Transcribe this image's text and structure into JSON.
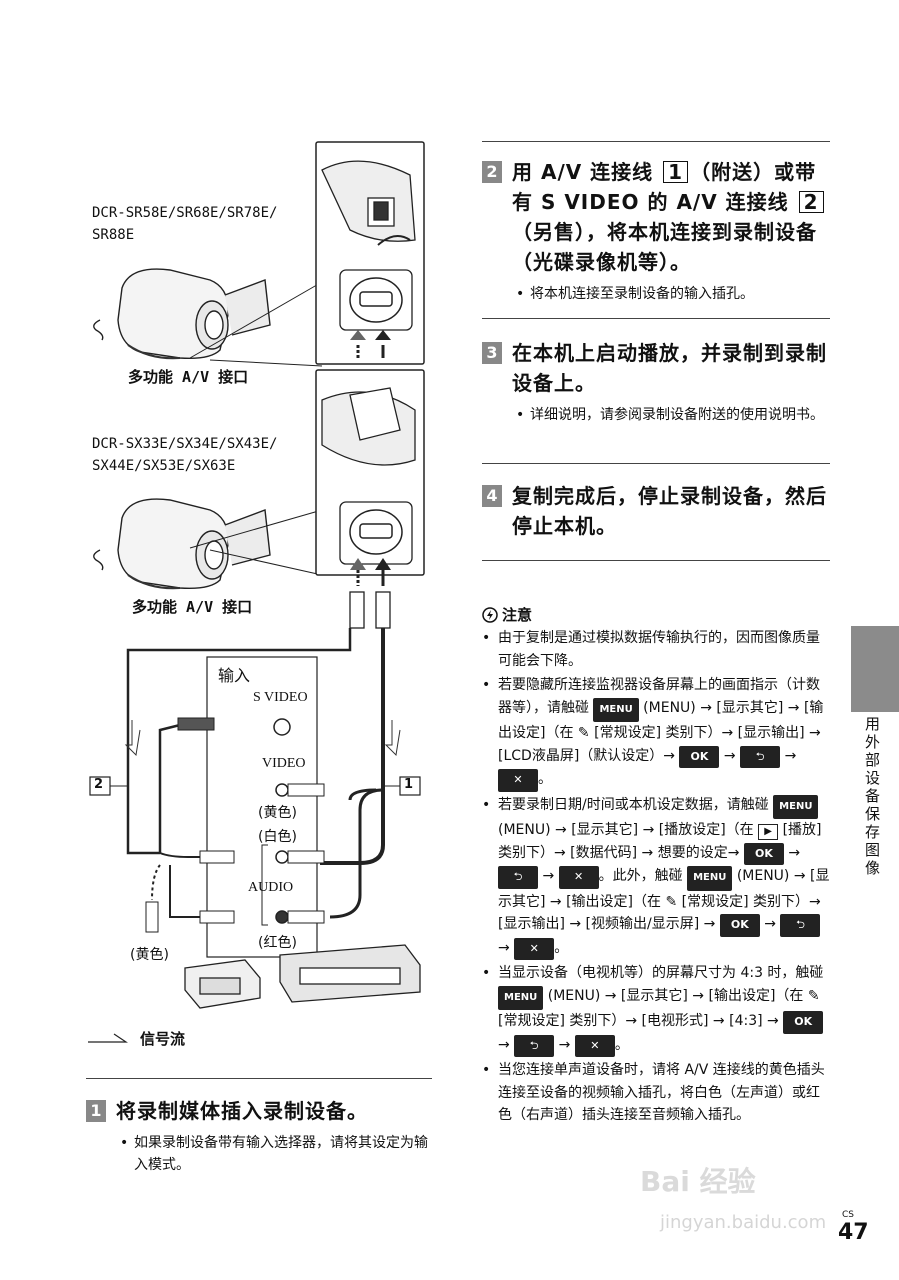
{
  "diagram": {
    "model_group_1": "DCR-SR58E/SR68E/SR78E/\nSR88E",
    "model_group_2": "DCR-SX33E/SX34E/SX43E/\nSX44E/SX53E/SX63E",
    "av_port_label_1": "多功能 A/V 接口",
    "av_port_label_2": "多功能 A/V 接口",
    "input_label": "输入",
    "s_video_label": "S VIDEO",
    "video_label": "VIDEO",
    "audio_label": "AUDIO",
    "yellow_label": "(黄色)",
    "white_label": "(白色)",
    "red_label": "(红色)",
    "yellow_left_label": "(黄色)",
    "cable_1": "1",
    "cable_2": "2",
    "signal_flow_label": "信号流"
  },
  "left_step": {
    "num": "1",
    "title": "将录制媒体插入录制设备。",
    "bullet": "如果录制设备带有输入选择器，请将其设定为输入模式。"
  },
  "steps": [
    {
      "num": "2",
      "title_a": "用 A/V 连接线 ",
      "box1": "1",
      "title_b": "（附送）或带有 S VIDEO 的 A/V 连接线 ",
      "box2": "2",
      "title_c": "（另售），将本机连接到录制设备（光碟录像机等）。",
      "bullet": "将本机连接至录制设备的输入插孔。"
    },
    {
      "num": "3",
      "title": "在本机上启动播放，并录制到录制设备上。",
      "bullet": "详细说明，请参阅录制设备附送的使用说明书。"
    },
    {
      "num": "4",
      "title": "复制完成后，停止录制设备，然后停止本机。"
    }
  ],
  "notes": {
    "heading": "注意",
    "n1": "由于复制是通过模拟数据传输执行的，因而图像质量可能会下降。",
    "n2_a": "若要隐藏所连接监视器设备屏幕上的画面指示（计数器等），请触碰 ",
    "n2_b": " (MENU) → [显示其它] → [输出设定]（在 ",
    "n2_c": " [常规设定] 类别下）→ [显示输出] → [LCD液晶屏]（默认设定）→ ",
    "n3_a": "若要录制日期/时间或本机设定数据，请触碰 ",
    "n3_b": " (MENU) → [显示其它] → [播放设定]（在 ",
    "n3_c": " [播放] 类别下）→ [数据代码] → 想要的设定→ ",
    "n3_d": "。此外，触碰 ",
    "n3_e": " (MENU) → [显示其它] → [输出设定]（在 ",
    "n3_f": " [常规设定] 类别下）→ [显示输出] → [视频输出/显示屏] → ",
    "n4_a": "当显示设备（电视机等）的屏幕尺寸为 4:3 时，触碰 ",
    "n4_b": " (MENU) → [显示其它] → [输出设定]（在 ",
    "n4_c": " [常规设定] 类别下）→ [电视形式] → [4:3] → ",
    "n5": "当您连接单声道设备时，请将 A/V 连接线的黄色插头连接至设备的视频输入插孔，将白色（左声道）或红色（右声道）插头连接至音频输入插孔。",
    "menu_btn": "MENU",
    "ok_btn": "OK",
    "arrow": "→",
    "period": "。"
  },
  "side_tab": "用外部设备保存图像",
  "page": {
    "lang": "CS",
    "number": "47"
  },
  "watermark": {
    "line1": "Bai 经验",
    "line2": "jingyan.baidu.com"
  }
}
